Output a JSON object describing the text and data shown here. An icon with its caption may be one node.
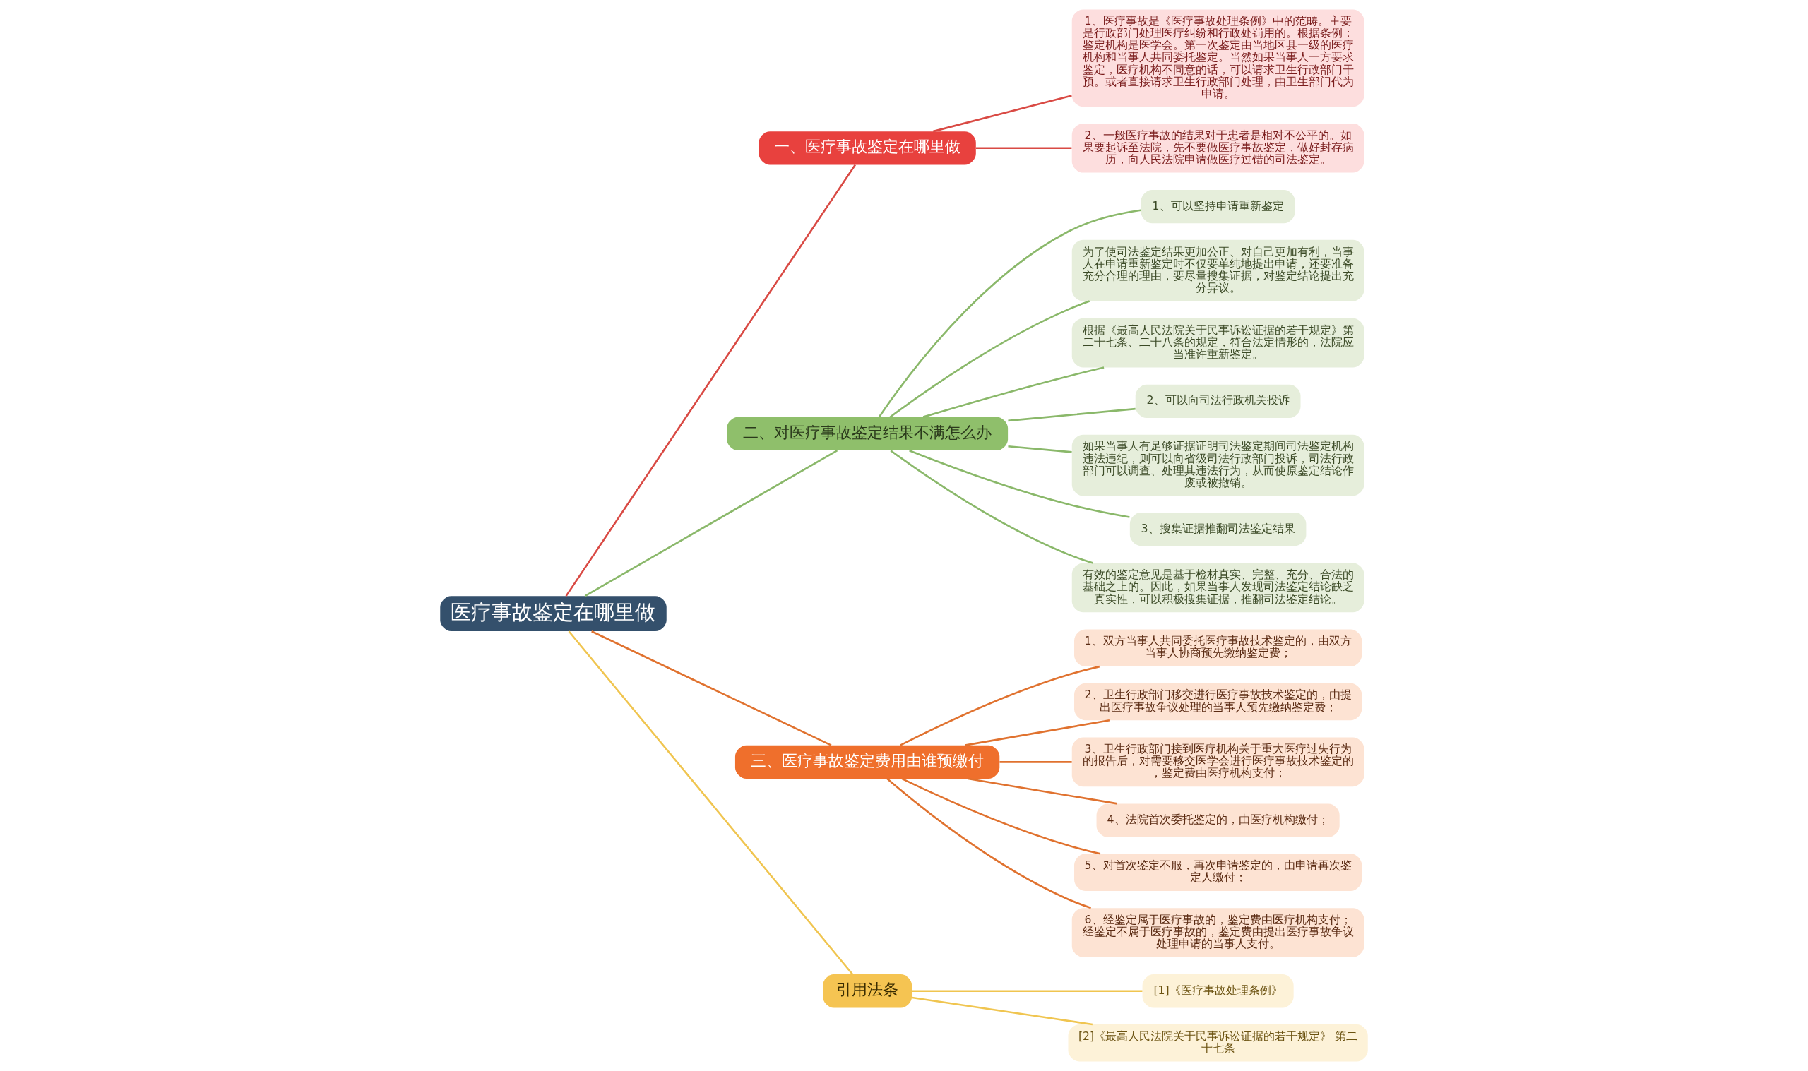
{
  "diagram": {
    "nodes": [
      {
        "text": [
          "医疗事故鉴定在哪里做"
        ]
      },
      {
        "text": [
          "一、医疗事故鉴定在哪里做"
        ]
      },
      {
        "text": [
          "1、医疗事故是《医疗事故处理条例》中的范畴。主要是行政部门处理医疗纠纷和行政处罚用的。根据条例：鉴定机构是医学会。第一次鉴定由当地区县一级的医疗机构和当事人共同委托鉴定。当然如果当事人一方要求鉴定，医疗机构不同意的话，可以请求卫生行政部门干预。或者直接请求卫生行政部门处理，由卫生部门代为申请。"
        ]
      },
      {
        "text": [
          "2、一般医疗事故的结果对于患者是相对不公平的。如果要起诉至法院，先不要做医疗事故鉴定，做好封存病历，向人民法院申请做医疗过错的司法鉴定。"
        ]
      },
      {
        "text": [
          "二、对医疗事故鉴定结果不满怎么办"
        ]
      },
      {
        "text": [
          "1、可以坚持申请重新鉴定"
        ]
      },
      {
        "text": [
          "为了使司法鉴定结果更加公正、对自己更加有利，当事人在申请重新鉴定时不仅要单纯地提出申请，还要准备充分合理的理由，要尽量搜集证据，对鉴定结论提出充分异议。"
        ]
      },
      {
        "text": [
          "根据《最高人民法院关于民事诉讼证据的若干规定》第二十七条、二十八条的规定，符合法定情形的，法院应当准许重新鉴定。"
        ]
      },
      {
        "text": [
          "2、可以向司法行政机关投诉"
        ]
      },
      {
        "text": [
          "如果当事人有足够证据证明司法鉴定期间司法鉴定机构违法违纪，则可以向省级司法行政部门投诉，司法行政部门可以调查、处理其违法行为，从而使原鉴定结论作废或被撤销。"
        ]
      },
      {
        "text": [
          "3、搜集证据推翻司法鉴定结果"
        ]
      },
      {
        "text": [
          "有效的鉴定意见是基于检材真实、完整、充分、合法的基础之上的。因此，如果当事人发现司法鉴定结论缺乏真实性，可以积极搜集证据，推翻司法鉴定结论。"
        ]
      },
      {
        "text": [
          "三、医疗事故鉴定费用由谁预缴付"
        ]
      },
      {
        "text": [
          "1、双方当事人共同委托医疗事故技术鉴定的，由双方当事人协商预先缴纳鉴定费；"
        ]
      },
      {
        "text": [
          "2、卫生行政部门移交进行医疗事故技术鉴定的，由提出医疗事故争议处理的当事人预先缴纳鉴定费；"
        ]
      },
      {
        "text": [
          "3、卫生行政部门接到医疗机构关于重大医疗过失行为的报告后，对需要移交医学会进行医疗事故技术鉴定的，鉴定费由医疗机构支付；"
        ]
      },
      {
        "text": [
          "4、法院首次委托鉴定的，由医疗机构缴付；"
        ]
      },
      {
        "text": [
          "5、对首次鉴定不服，再次申请鉴定的，由申请再次鉴定人缴付；"
        ]
      },
      {
        "text": [
          "6、经鉴定属于医疗事故的，鉴定费由医疗机构支付；经鉴定不属于医疗事故的，鉴定费由提出医疗事故争议处理申请的当事人支付。"
        ]
      },
      {
        "text": [
          "引用法条"
        ]
      },
      {
        "text": [
          "[1]《医疗事故处理条例》"
        ]
      },
      {
        "text": [
          "[2]《最高人民法院关于民事诉讼证据的若干规定》 第二十七条"
        ]
      }
    ],
    "edges": [
      {
        "from": 0,
        "to": 1,
        "arrow": "none",
        "color": "#d94a44"
      },
      {
        "from": 1,
        "to": 2,
        "arrow": "none",
        "color": "#d94a44"
      },
      {
        "from": 1,
        "to": 3,
        "arrow": "none",
        "color": "#d94a44"
      },
      {
        "from": 0,
        "to": 4,
        "arrow": "none"
      },
      {
        "from": 4,
        "to": 5,
        "arrow": "none"
      },
      {
        "from": 4,
        "to": 6,
        "arrow": "none"
      },
      {
        "from": 4,
        "to": 7,
        "arrow": "none"
      },
      {
        "from": 4,
        "to": 8,
        "arrow": "none"
      },
      {
        "from": 4,
        "to": 9,
        "arrow": "none"
      },
      {
        "from": 4,
        "to": 10,
        "arrow": "none"
      },
      {
        "from": 4,
        "to": 11,
        "arrow": "none"
      },
      {
        "from": 0,
        "to": 12,
        "arrow": "none",
        "color": "#e0722f"
      },
      {
        "from": 12,
        "to": 13,
        "arrow": "none",
        "color": "#e0722f"
      },
      {
        "from": 12,
        "to": 14,
        "arrow": "none",
        "color": "#e0722f"
      },
      {
        "from": 12,
        "to": 15,
        "arrow": "none",
        "color": "#e0722f"
      },
      {
        "from": 12,
        "to": 16,
        "arrow": "none",
        "color": "#e0722f"
      },
      {
        "from": 12,
        "to": 17,
        "arrow": "none",
        "color": "#e0722f"
      },
      {
        "from": 12,
        "to": 18,
        "arrow": "none",
        "color": "#e0722f"
      },
      {
        "from": 0,
        "to": 19,
        "arrow": "none",
        "color": "#f0c550"
      },
      {
        "from": 19,
        "to": 20,
        "arrow": "none",
        "color": "#f0c550"
      },
      {
        "from": 19,
        "to": 21,
        "arrow": "none",
        "color": "#f0c550"
      }
    ]
  }
}
